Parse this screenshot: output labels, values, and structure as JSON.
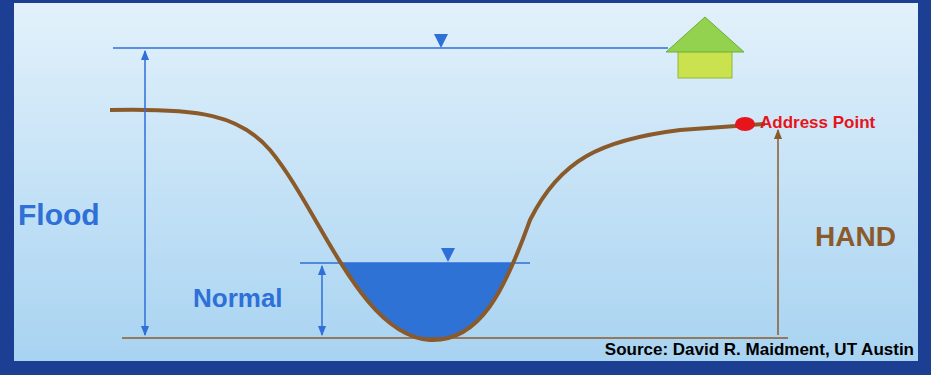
{
  "diagram": {
    "caption": "Source: David R. Maidment, UT Austin",
    "labels": [
      "Flood",
      "Normal",
      "HAND",
      "Address Point"
    ]
  }
}
